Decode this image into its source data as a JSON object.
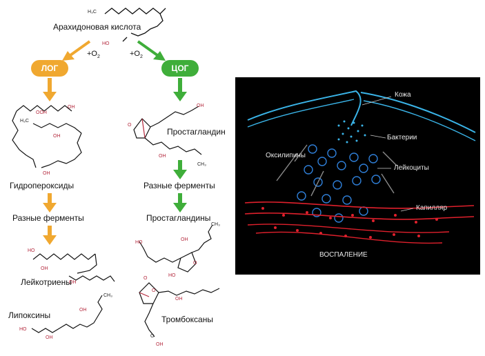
{
  "pathway": {
    "title": "Арахидоновая кислота",
    "oxygen_left": "+O",
    "oxygen_right": "+O",
    "oxygen_sub": "2",
    "lox": {
      "label": "ЛОГ",
      "color": "#f0a830"
    },
    "cox": {
      "label": "ЦОГ",
      "color": "#3fae3a"
    },
    "left": {
      "step1": "Гидропероксиды",
      "step2": "Разные ферменты",
      "step3": "Лейкотриены",
      "step4": "Липоксины"
    },
    "right": {
      "step1": "Простагландин",
      "step2": "Разные ферменты",
      "step3": "Простагландины",
      "step4": "Тромбоксаны"
    },
    "atoms": {
      "oh": "OH",
      "ho": "HO",
      "ooh": "OOH",
      "h3c": "H₃C",
      "ch3": "CH₃",
      "o": "O"
    }
  },
  "inflammation": {
    "skin": "Кожа",
    "bacteria": "Бактерии",
    "oxylipins": "Оксилипины",
    "leukocytes": "Лейкоциты",
    "capillary": "Капилляр",
    "caption": "ВОСПАЛЕНИЕ",
    "colors": {
      "skin": "#3ab4e8",
      "capillary": "#e0202c",
      "cells": "#2f7fd8"
    }
  }
}
